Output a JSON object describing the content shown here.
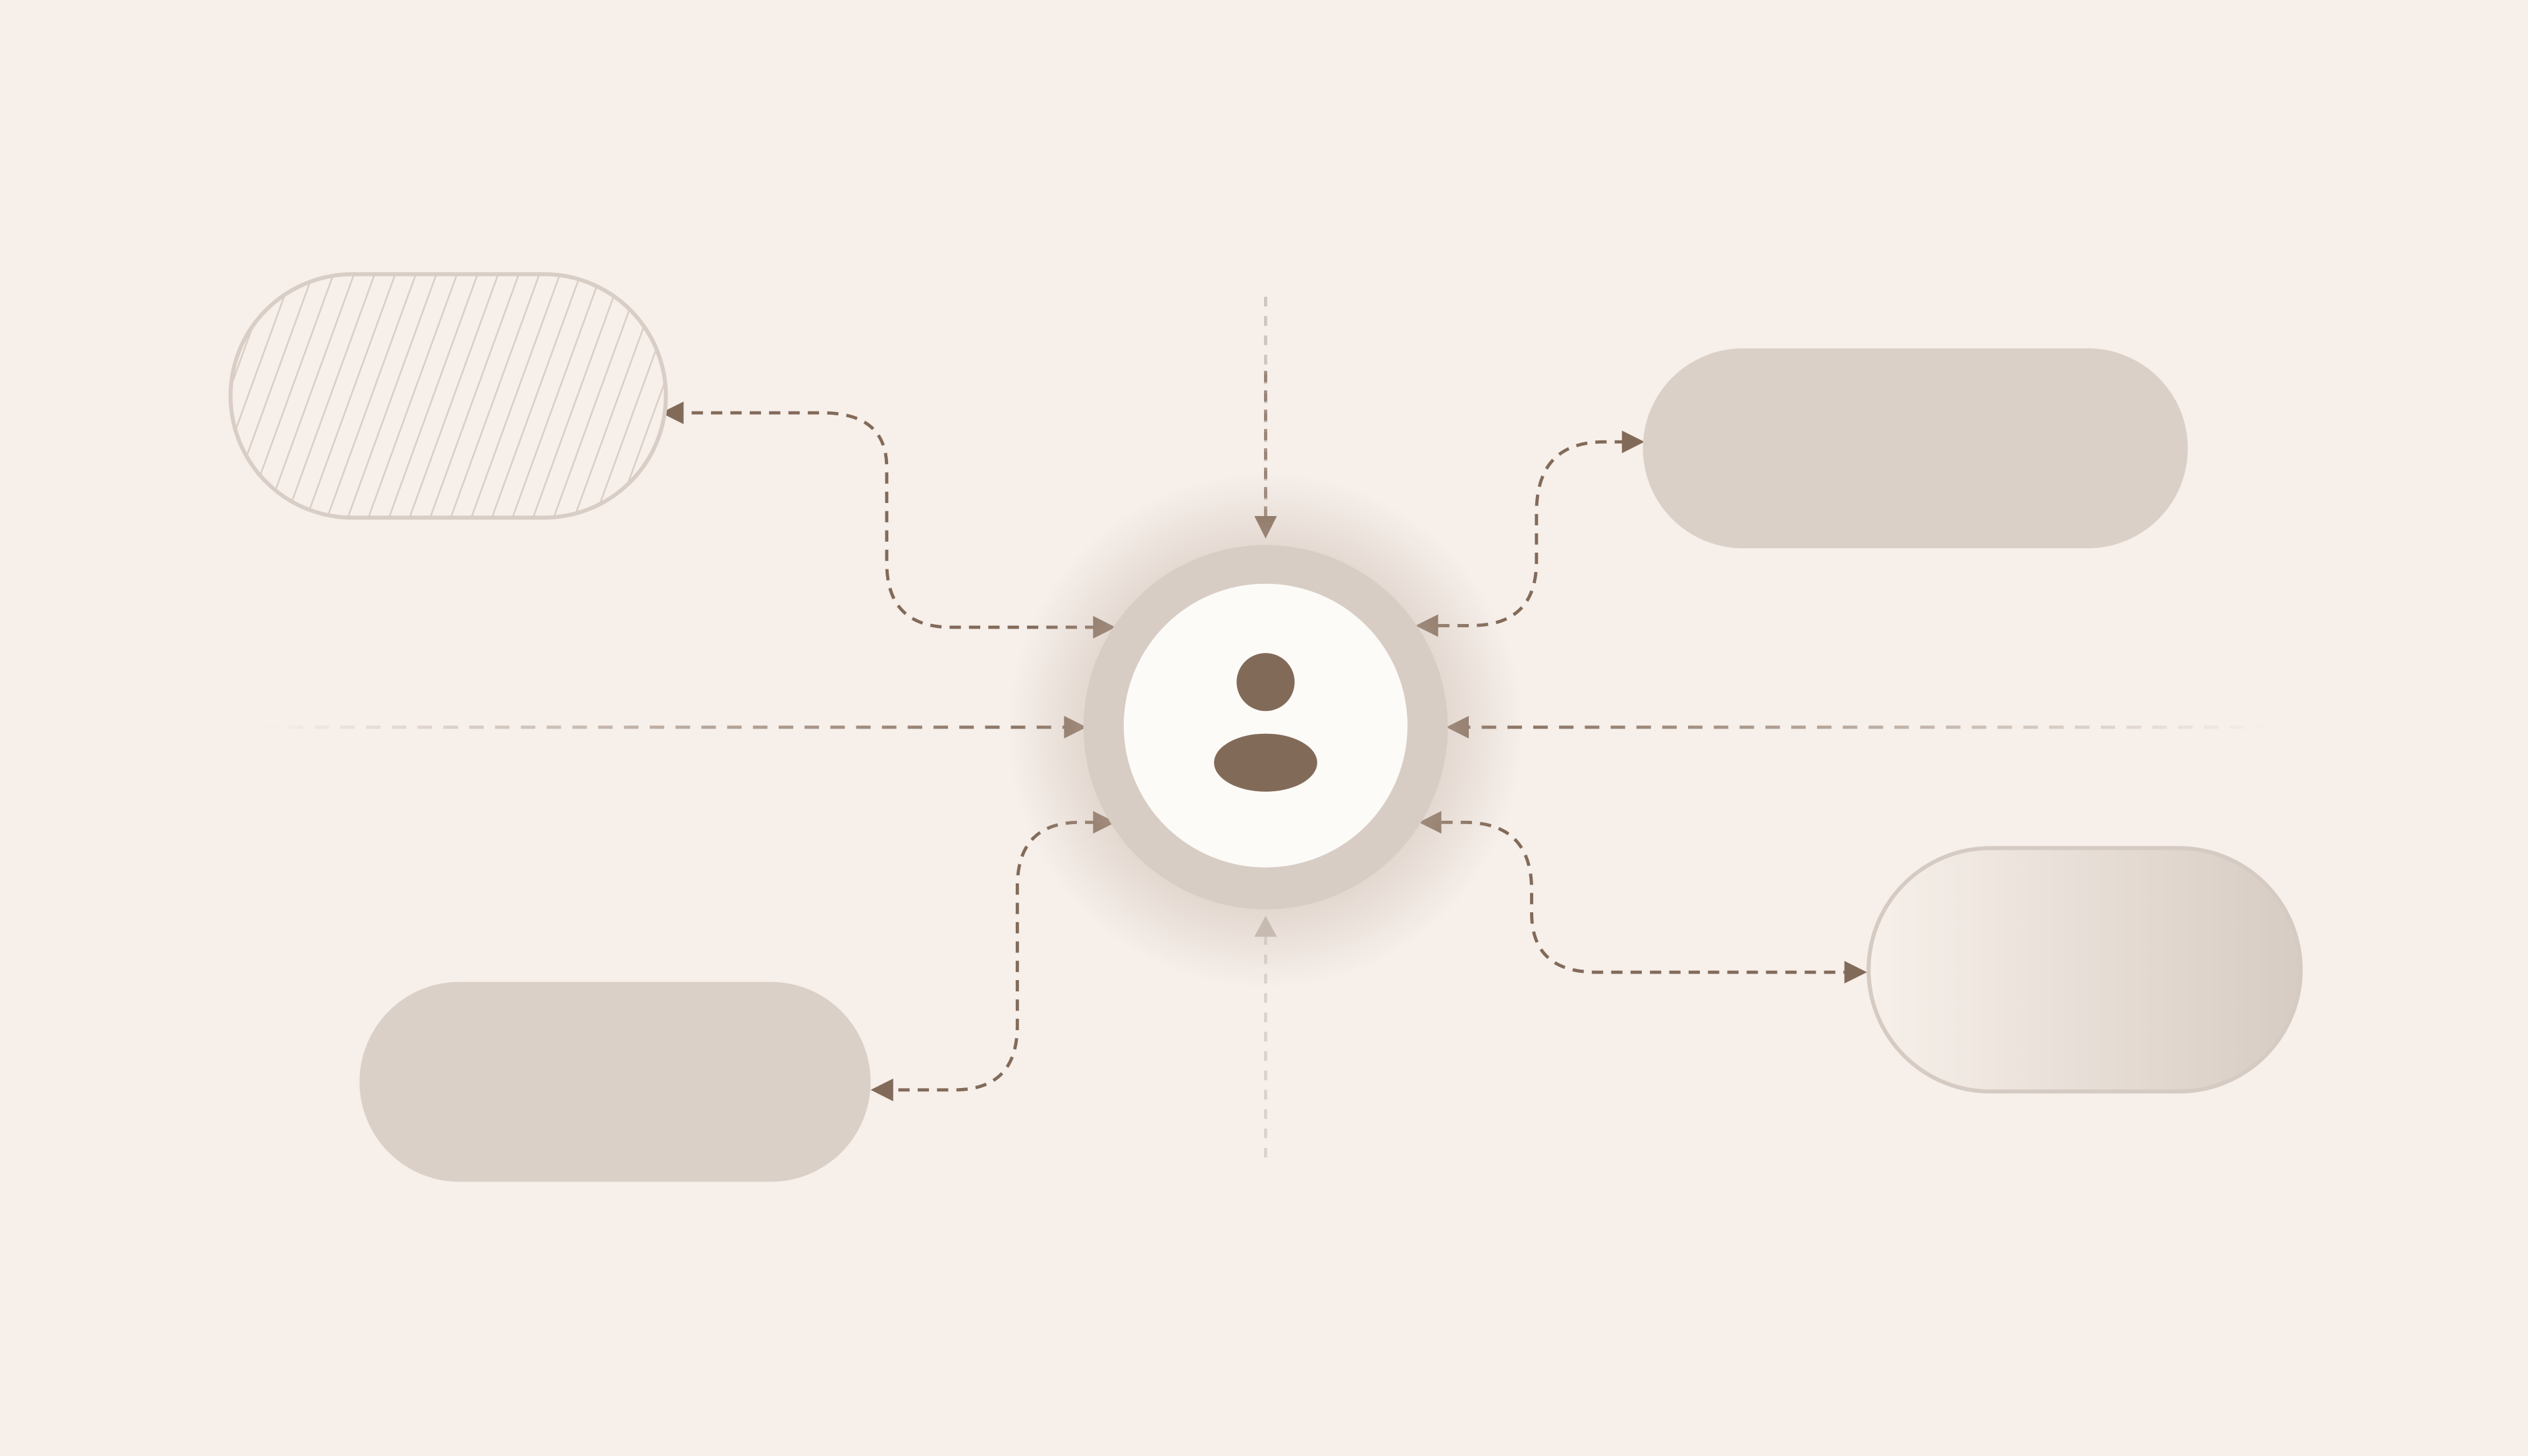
{
  "diagram": {
    "colors": {
      "background": "#f6efea",
      "pill_fill": "#dad0c7",
      "pill_outline": "#d6cbc3",
      "hatch": "#d9cdc5",
      "gradient_start": "#f7f0ea",
      "gradient_end": "#d7ccc3",
      "hub_ring": "#d8cdc4",
      "hub_inner": "#fdfbf8",
      "accent": "#826a59",
      "guide_line": "#cfc6bf"
    },
    "hub": {
      "icon": "user-icon"
    },
    "nodes": [
      {
        "name": "hatched-node",
        "style": "hatched"
      },
      {
        "name": "top-right-node",
        "style": "solid"
      },
      {
        "name": "bottom-left-node",
        "style": "solid"
      },
      {
        "name": "gradient-node",
        "style": "gradient"
      }
    ],
    "connectors": [
      {
        "from": "hub",
        "to": "hatched-node",
        "direction": "bidirectional"
      },
      {
        "from": "hub",
        "to": "top-right-node",
        "direction": "bidirectional"
      },
      {
        "from": "hub",
        "to": "bottom-left-node",
        "direction": "bidirectional"
      },
      {
        "from": "hub",
        "to": "gradient-node",
        "direction": "bidirectional"
      },
      {
        "from": "left",
        "to": "hub",
        "direction": "inbound"
      },
      {
        "from": "right",
        "to": "hub",
        "direction": "inbound"
      },
      {
        "from": "top",
        "to": "hub",
        "direction": "inbound"
      },
      {
        "from": "bottom",
        "to": "hub",
        "direction": "inbound"
      }
    ]
  }
}
